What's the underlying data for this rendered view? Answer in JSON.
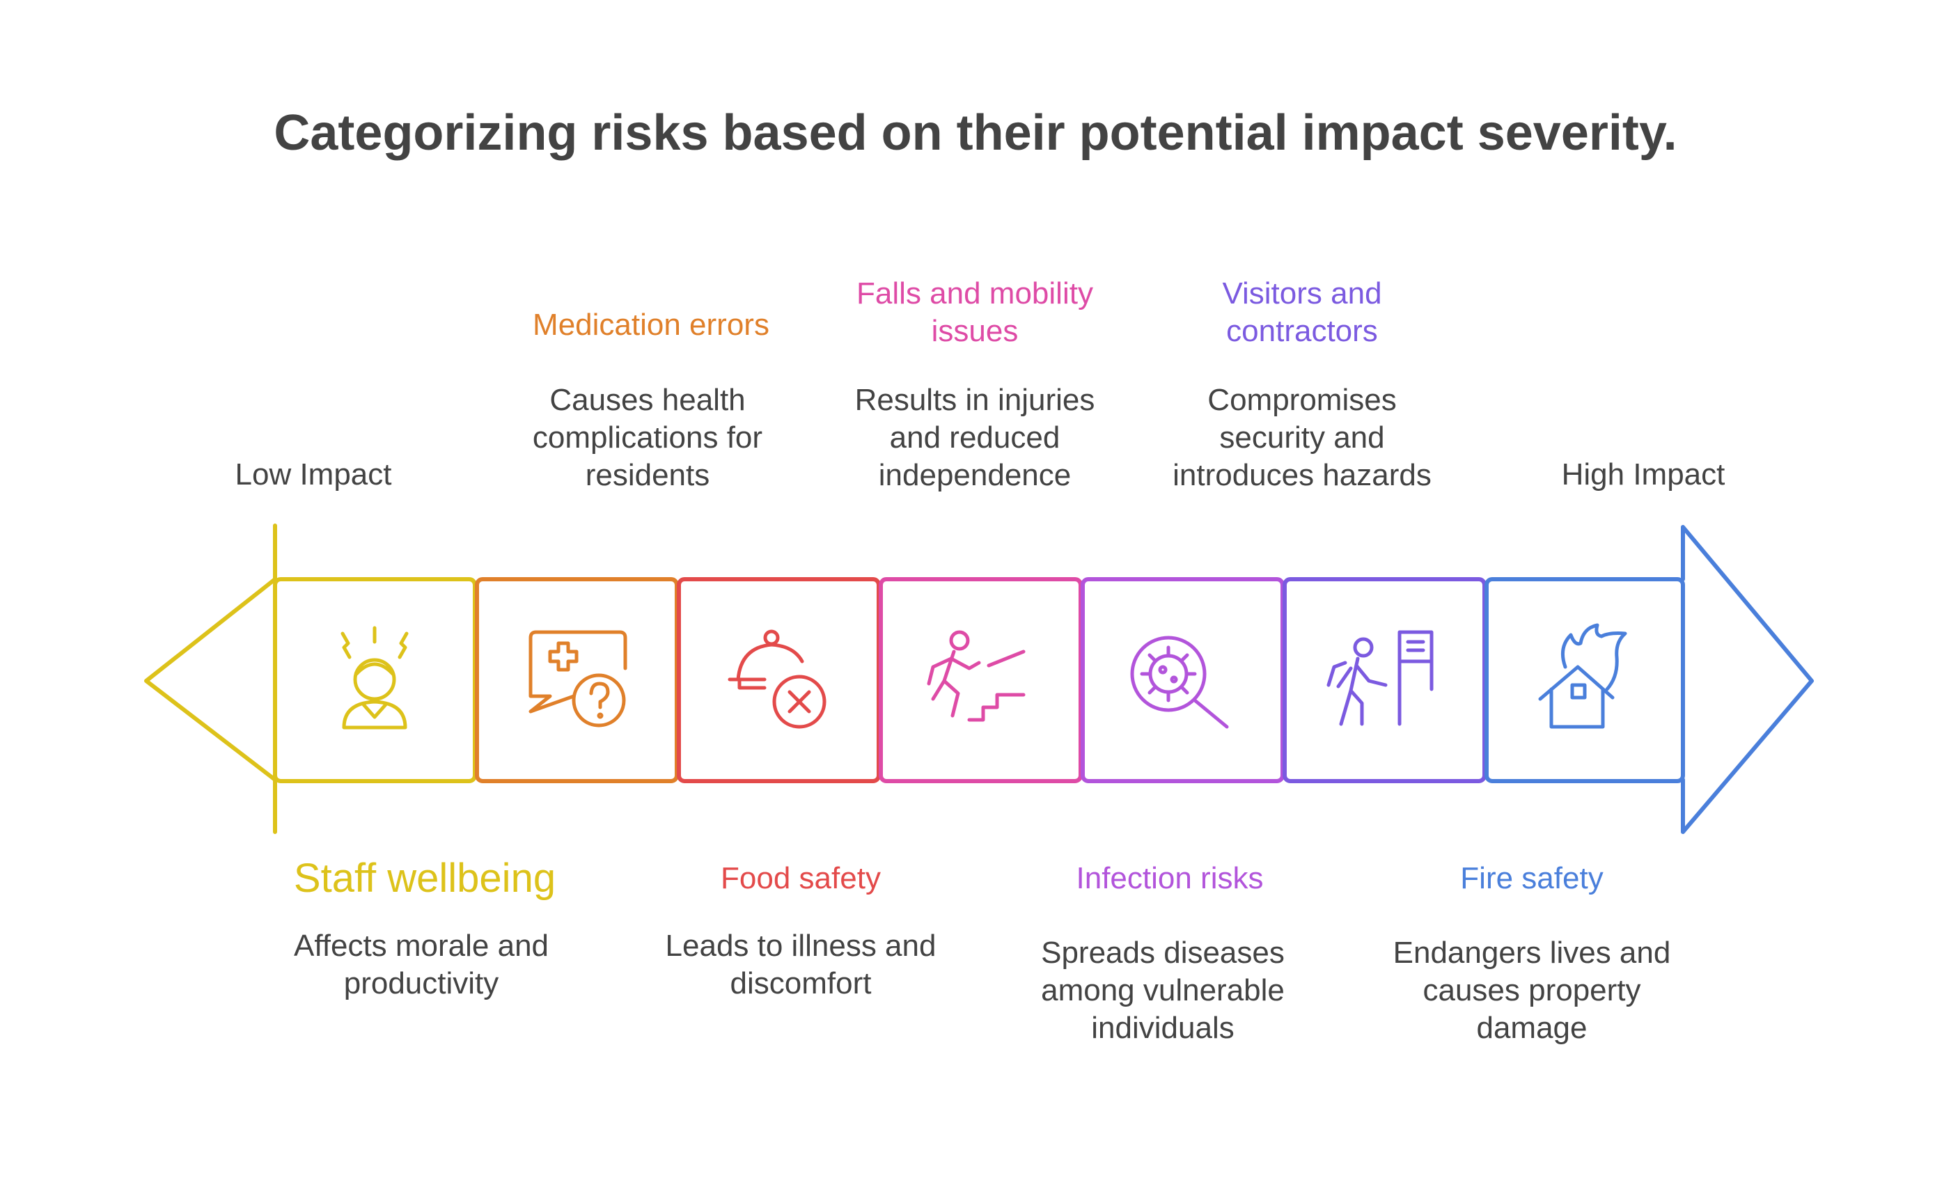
{
  "title": "Categorizing risks based on their potential impact severity.",
  "axis": {
    "low_label": "Low Impact",
    "high_label": "High Impact",
    "low_color": "#DDC21A",
    "high_color": "#4A7FDB"
  },
  "categories": [
    {
      "name": "Staff wellbeing",
      "description": "Affects morale and productivity",
      "color": "#DDC21A",
      "icon": "stressed-person-icon",
      "position": "below"
    },
    {
      "name": "Medication errors",
      "description": "Causes health complications for residents",
      "color": "#E0802A",
      "icon": "medical-question-icon",
      "position": "above"
    },
    {
      "name": "Food safety",
      "description": "Leads to illness and discomfort",
      "color": "#E34A4A",
      "icon": "food-cloche-x-icon",
      "position": "below"
    },
    {
      "name": "Falls and mobility issues",
      "description": "Results in injuries and reduced independence",
      "color": "#DE4BA6",
      "icon": "person-falling-stairs-icon",
      "position": "above"
    },
    {
      "name": "Infection risks",
      "description": "Spreads diseases among vulnerable individuals",
      "color": "#B254DB",
      "icon": "virus-magnifier-icon",
      "position": "below"
    },
    {
      "name": "Visitors and contractors",
      "description": "Compromises security and introduces hazards",
      "color": "#7B5AE0",
      "icon": "visitor-sign-icon",
      "position": "above"
    },
    {
      "name": "Fire safety",
      "description": "Endangers lives and causes property damage",
      "color": "#4A7FDB",
      "icon": "house-fire-icon",
      "position": "below"
    }
  ]
}
